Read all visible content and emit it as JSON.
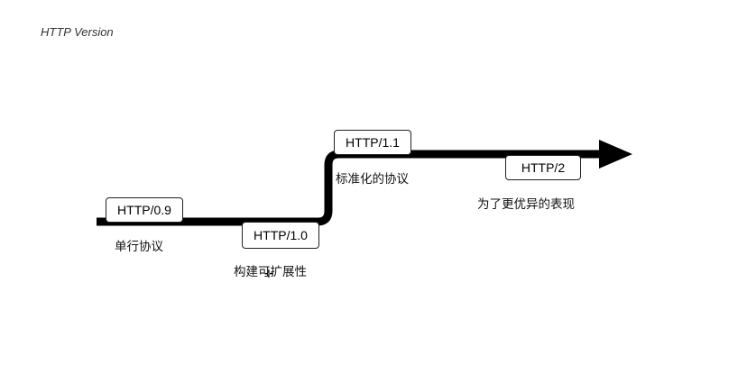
{
  "title": "HTTP Version",
  "colors": {
    "path": "#000000",
    "box_border": "#222222",
    "box_fill": "#ffffff",
    "background": "#ffffff"
  },
  "versions": [
    {
      "label": "HTTP/0.9",
      "caption": "单行协议"
    },
    {
      "label": "HTTP/1.0",
      "caption": "构建可扩展性"
    },
    {
      "label": "HTTP/1.1",
      "caption": "标准化的协议"
    },
    {
      "label": "HTTP/2",
      "caption": "为了更优异的表现"
    }
  ],
  "icons": {
    "cursor": "crosshair-cursor-icon"
  }
}
